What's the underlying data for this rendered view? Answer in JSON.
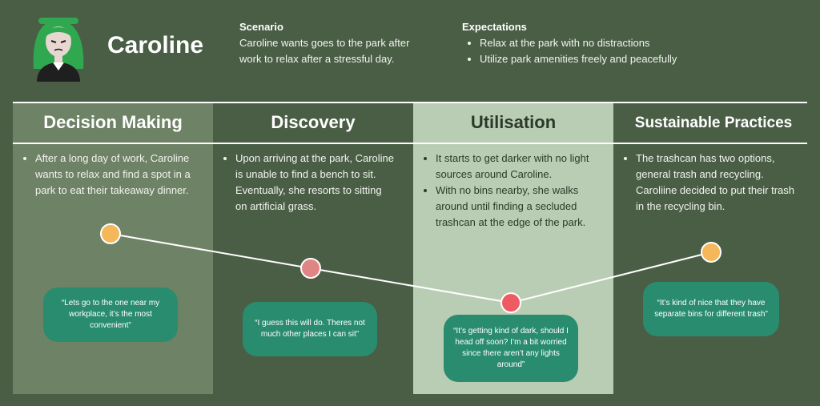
{
  "persona": {
    "name": "Caroline"
  },
  "scenario": {
    "heading": "Scenario",
    "text": "Caroline wants goes to the park after work to relax after a stressful day."
  },
  "expectations": {
    "heading": "Expectations",
    "items": [
      "Relax at the park with no distractions",
      "Utilize park amenities freely and peacefully"
    ]
  },
  "stages": [
    {
      "title": "Decision Making",
      "bullets": [
        "After a long day of work, Caroline wants to relax and find a spot in a park to eat their takeaway dinner."
      ],
      "quote": "“Lets go to the one near my workplace, it’s the most convenient”",
      "emotion_level": 0.78,
      "marker_color": "#f4b75a"
    },
    {
      "title": "Discovery",
      "bullets": [
        "Upon arriving at the park, Caroline is unable to find a bench to sit. Eventually, she resorts to sitting on artificial grass."
      ],
      "quote": "“I guess this will do. Theres not much other places I can sit”",
      "emotion_level": 0.5,
      "marker_color": "#e08585"
    },
    {
      "title": "Utilisation",
      "bullets": [
        "It starts to get darker with no light sources around Caroline.",
        "With no bins nearby, she walks around until finding a secluded trashcan at the edge of the park."
      ],
      "quote": "“It’s getting kind of dark, should I head off soon? I’m a bit worried since there aren’t any lights around”",
      "emotion_level": 0.22,
      "marker_color": "#ee5b63"
    },
    {
      "title": "Sustainable Practices",
      "bullets": [
        "The trashcan has two options, general trash and recycling. Caroliine decided to put their trash in the recycling bin."
      ],
      "quote": "“It’s kind of nice that they have separate bins for different trash”",
      "emotion_level": 0.63,
      "marker_color": "#f4b75a"
    }
  ],
  "colors": {
    "background": "#4a5e46",
    "decision_column": "#6e8266",
    "utilisation_column": "#b9cdb5",
    "bubble": "#2a8c6e"
  }
}
